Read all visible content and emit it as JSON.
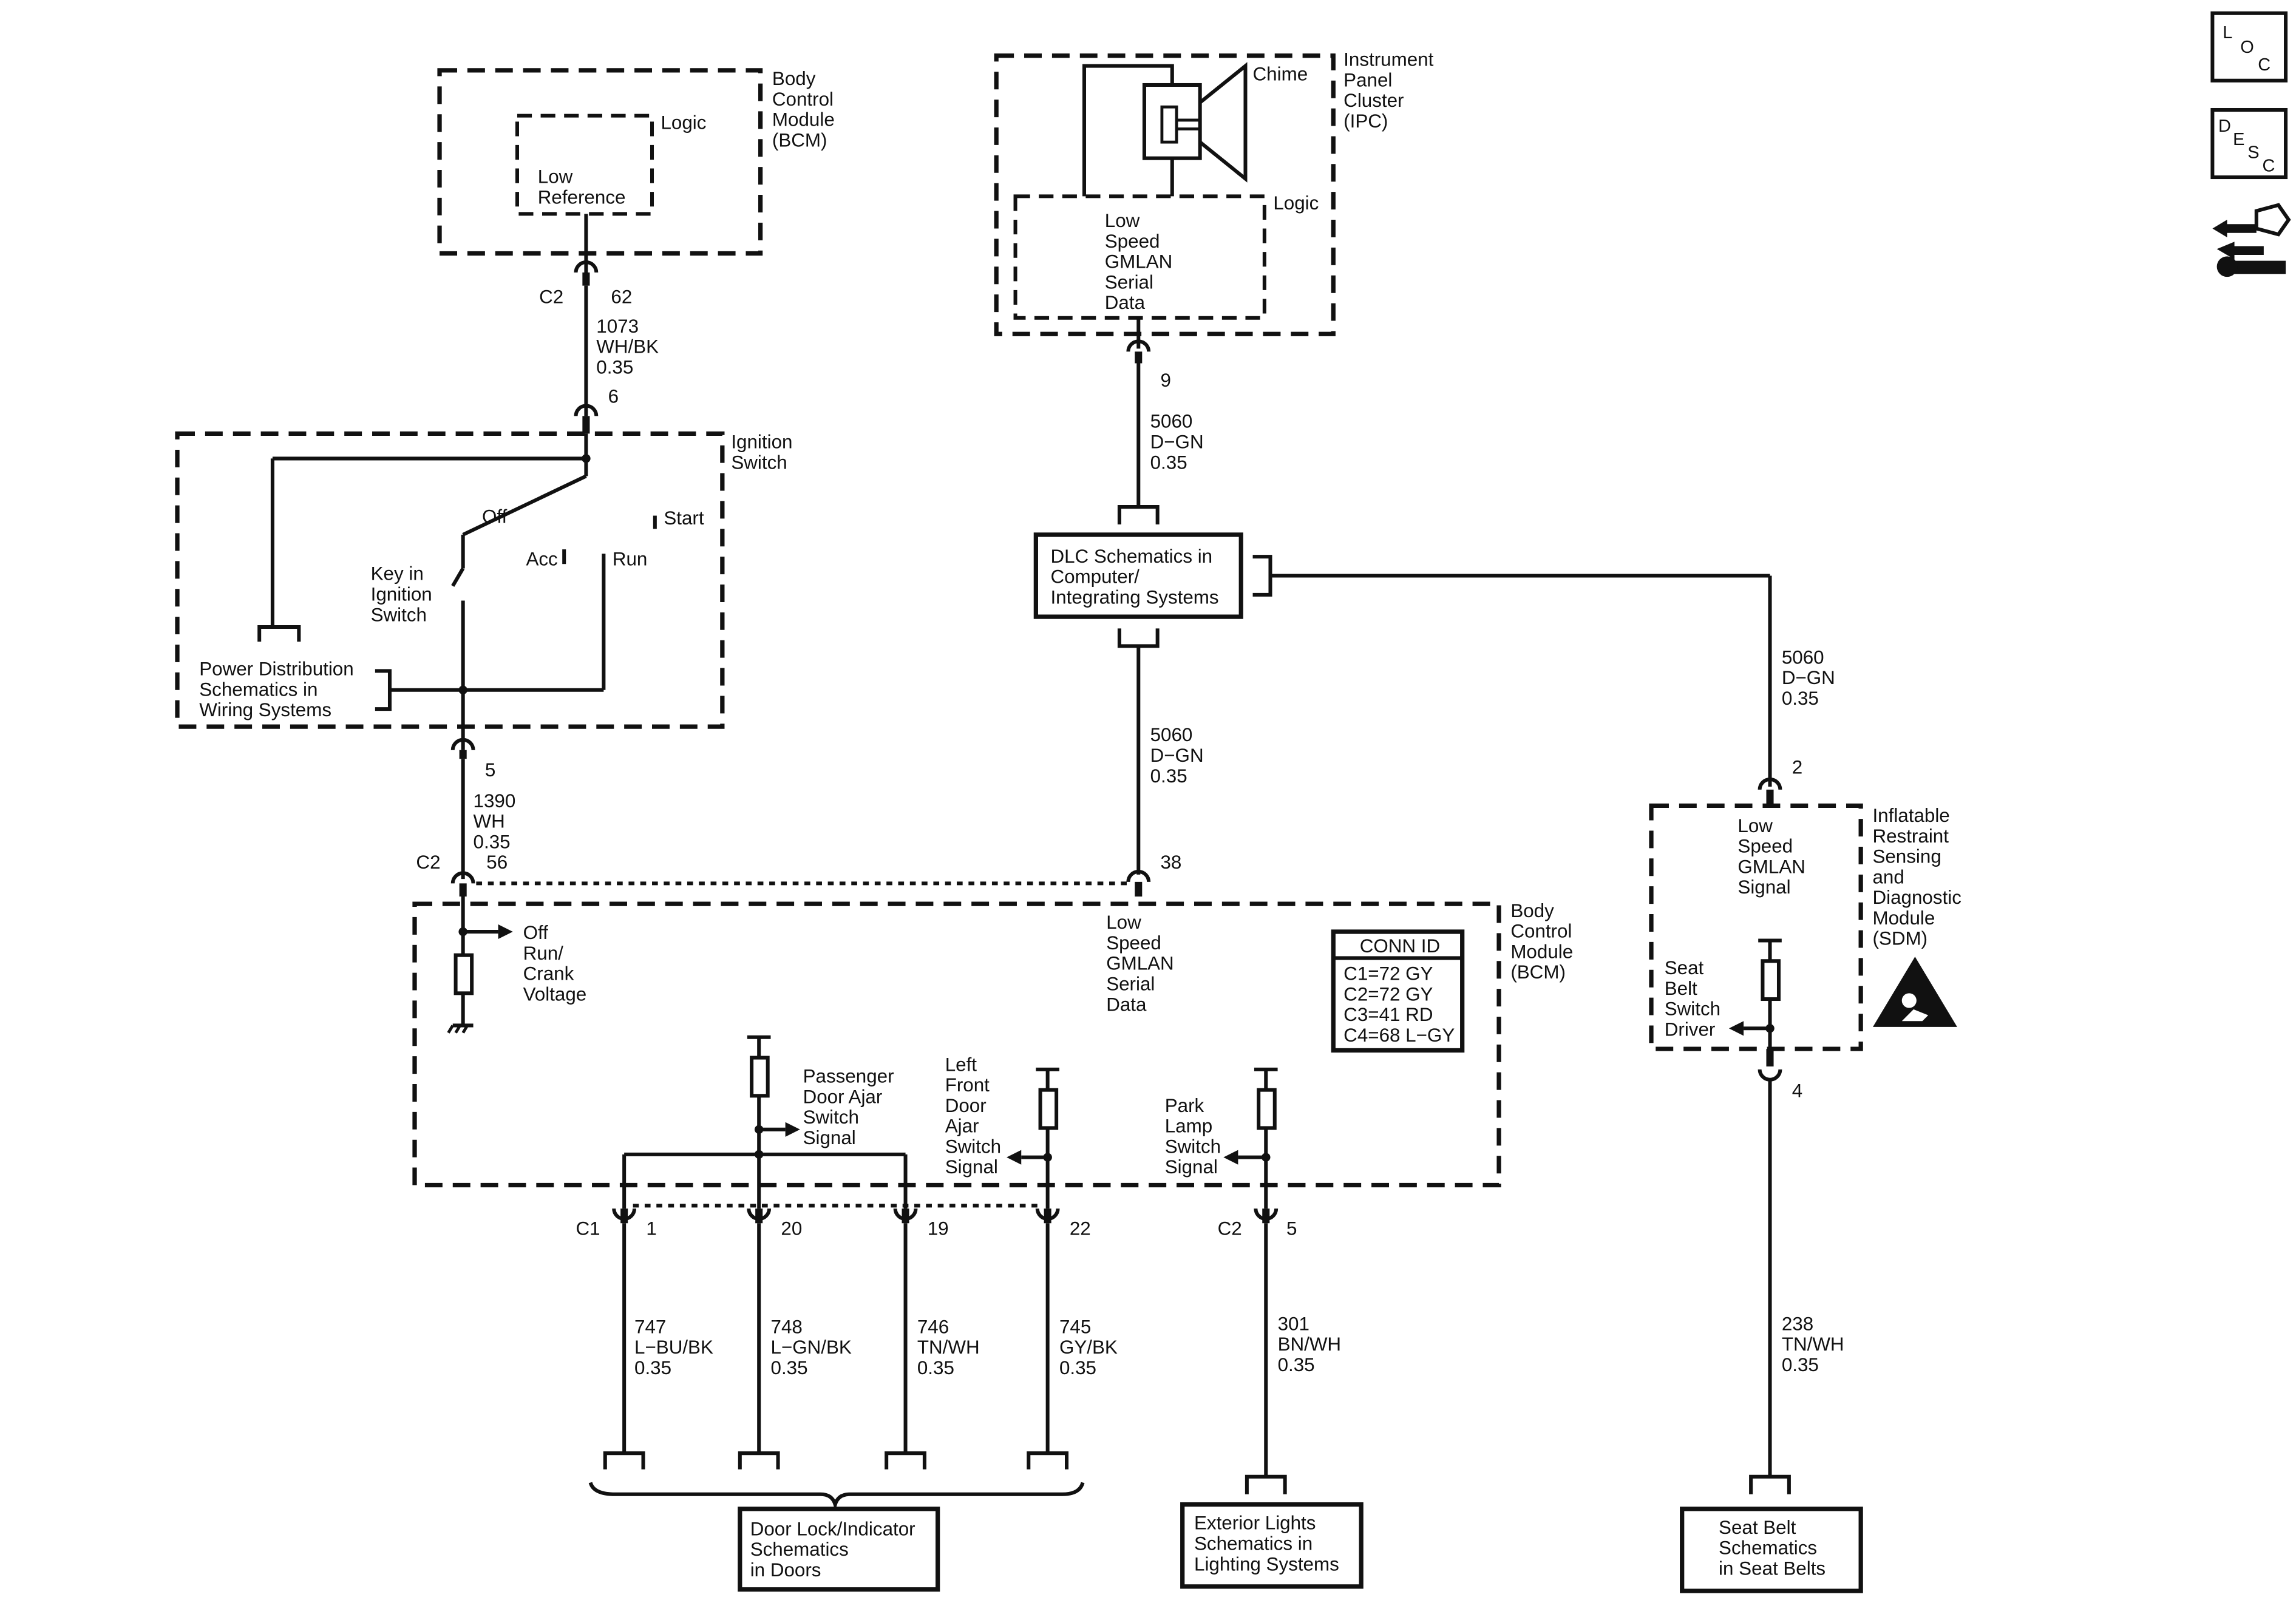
{
  "bcm_top": {
    "title": [
      "Body",
      "Control",
      "Module",
      "(BCM)"
    ],
    "logic": "Logic",
    "low_ref": [
      "Low",
      "Reference"
    ]
  },
  "c2_62": {
    "conn": "C2",
    "pin": "62",
    "wire": [
      "1073",
      "WH/BK",
      "0.35"
    ]
  },
  "pin_6": "6",
  "ignition": {
    "title": [
      "Ignition",
      "Switch"
    ],
    "off": "Off",
    "start": "Start",
    "acc": "Acc",
    "run": "Run",
    "key": [
      "Key in",
      "Ignition",
      "Switch"
    ],
    "power_dist": [
      "Power Distribution",
      "Schematics in",
      "Wiring Systems"
    ]
  },
  "pin_5_ign": {
    "pin": "5",
    "wire": [
      "1390",
      "WH",
      "0.35"
    ]
  },
  "c2_56": {
    "conn": "C2",
    "pin": "56"
  },
  "ipc": {
    "title": [
      "Instrument",
      "Panel",
      "Cluster",
      "(IPC)"
    ],
    "chime": "Chime",
    "logic": "Logic",
    "gmlan": [
      "Low",
      "Speed",
      "GMLAN",
      "Serial",
      "Data"
    ]
  },
  "pin_9": {
    "pin": "9",
    "wire": [
      "5060",
      "D−GN",
      "0.35"
    ]
  },
  "dlc": [
    "DLC Schematics in",
    "Computer/",
    "Integrating Systems"
  ],
  "wire_to_38": [
    "5060",
    "D−GN",
    "0.35"
  ],
  "pin_38": "38",
  "wire_to_sdm": [
    "5060",
    "D−GN",
    "0.35"
  ],
  "bcm_bottom": {
    "title": [
      "Body",
      "Control",
      "Module",
      "(BCM)"
    ],
    "off_run": [
      "Off",
      "Run/",
      "Crank",
      "Voltage"
    ],
    "gmlan": [
      "Low",
      "Speed",
      "GMLAN",
      "Serial",
      "Data"
    ],
    "passenger": [
      "Passenger",
      "Door Ajar",
      "Switch",
      "Signal"
    ],
    "left_front": [
      "Left",
      "Front",
      "Door",
      "Ajar",
      "Switch",
      "Signal"
    ],
    "park": [
      "Park",
      "Lamp",
      "Switch",
      "Signal"
    ]
  },
  "conn_id": {
    "title": "CONN ID",
    "rows": [
      "C1=72 GY",
      "C2=72 GY",
      "C3=41 RD",
      "C4=68 L−GY"
    ]
  },
  "sdm": {
    "title": [
      "Inflatable",
      "Restraint",
      "Sensing",
      "and",
      "Diagnostic",
      "Module",
      "(SDM)"
    ],
    "gmlan": [
      "Low",
      "Speed",
      "GMLAN",
      "Signal"
    ],
    "seatbelt": [
      "Seat",
      "Belt",
      "Switch",
      "Driver"
    ]
  },
  "pin_2": "2",
  "pin_4": "4",
  "c1_pins": {
    "conn": "C1",
    "pins": [
      "1",
      "20",
      "19",
      "22"
    ]
  },
  "c2_pin5": {
    "conn": "C2",
    "pin": "5"
  },
  "wires_bottom": [
    [
      "747",
      "L−BU/BK",
      "0.35"
    ],
    [
      "748",
      "L−GN/BK",
      "0.35"
    ],
    [
      "746",
      "TN/WH",
      "0.35"
    ],
    [
      "745",
      "GY/BK",
      "0.35"
    ],
    [
      "301",
      "BN/WH",
      "0.35"
    ],
    [
      "238",
      "TN/WH",
      "0.35"
    ]
  ],
  "door_lock": [
    "Door Lock/Indicator",
    "Schematics",
    "in Doors"
  ],
  "ext_lights": [
    "Exterior Lights",
    "Schematics in",
    "Lighting Systems"
  ],
  "seat_belt": [
    "Seat Belt",
    "Schematics",
    "in Seat Belts"
  ],
  "nav": {
    "loc": [
      "L",
      "O",
      "C"
    ],
    "desc": [
      "D",
      "E",
      "S",
      "C"
    ]
  },
  "icons": [
    "loc-icon",
    "desc-icon",
    "connector-tools-icon",
    "airbag-warning-icon",
    "resistor-icon",
    "ground-icon"
  ]
}
